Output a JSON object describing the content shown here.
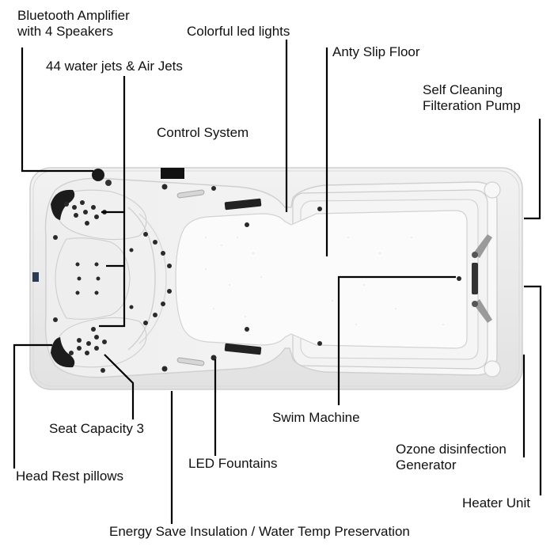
{
  "labels": {
    "bluetooth": [
      "Bluetooth Amplifier",
      "with 4 Speakers"
    ],
    "led_lights": "Colorful led lights",
    "jets": "44 water jets & Air Jets",
    "anti_slip": "Anty Slip Floor",
    "self_cleaning": [
      "Self Cleaning",
      "Filteration Pump"
    ],
    "control": "Control System",
    "swim": "Swim Machine",
    "seat": "Seat Capacity 3",
    "ozone": [
      "Ozone disinfection",
      "Generator"
    ],
    "led_fountains": "LED Fountains",
    "head_rest": "Head Rest pillows",
    "heater": "Heater Unit",
    "insulation": "Energy Save Insulation / Water Temp Preservation"
  },
  "colors": {
    "shell": "#e9e9e9",
    "acrylic": "#f6f6f6",
    "floor": "#fafafa",
    "jet": "#2a2a2a",
    "pillow": "#1c1c1c",
    "leader": "#000000"
  }
}
